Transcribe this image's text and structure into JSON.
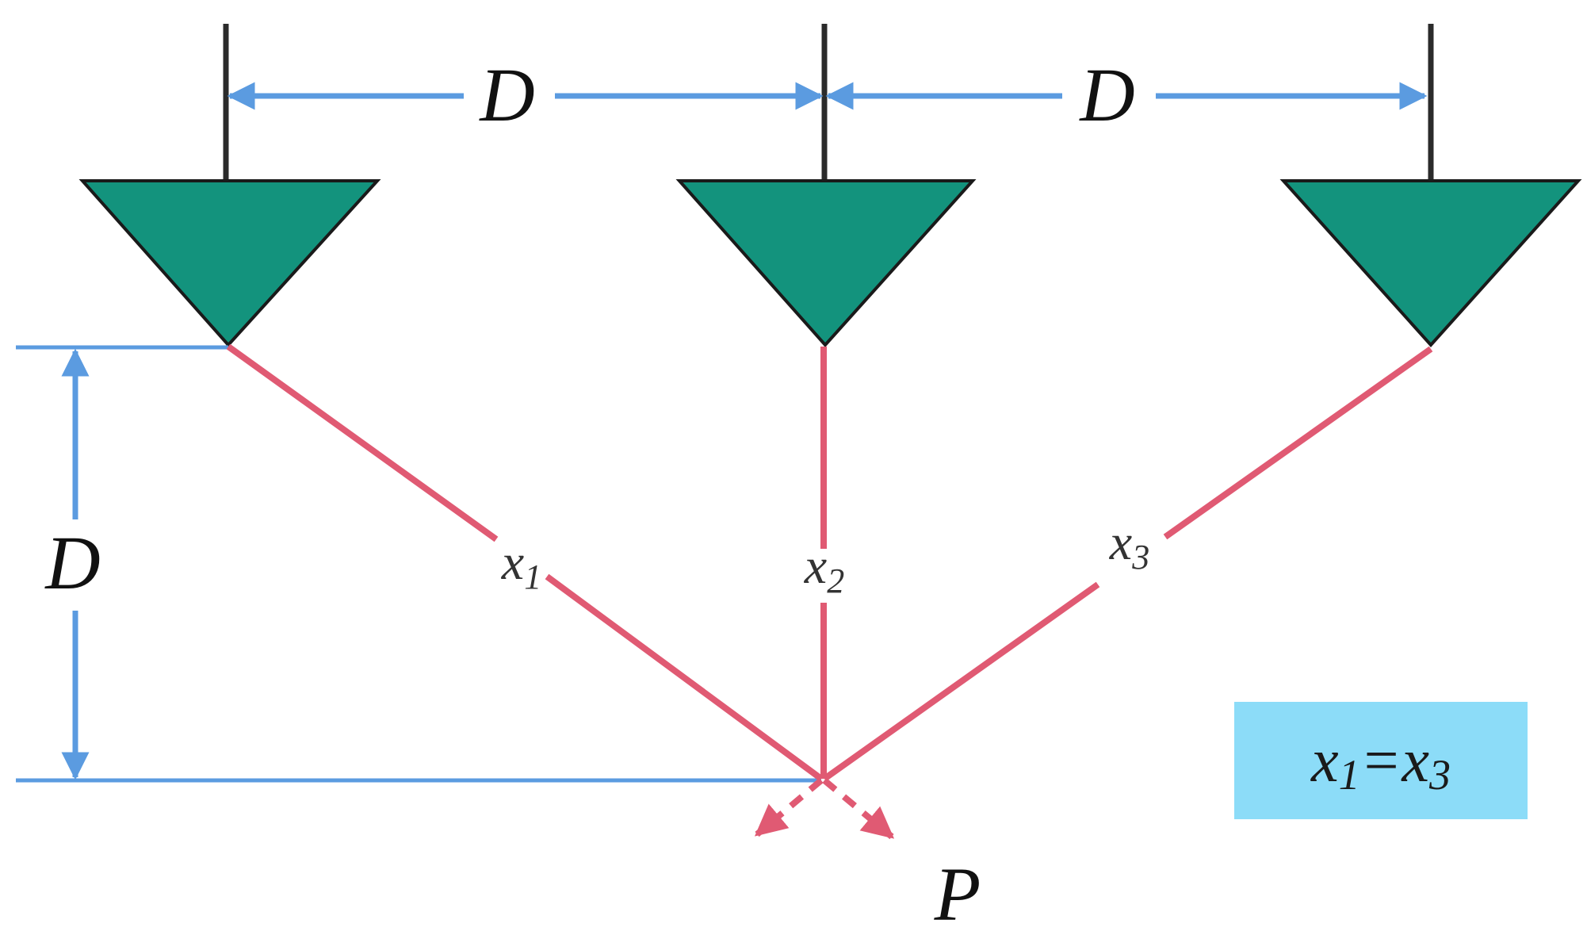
{
  "colors": {
    "antenna": "#13937d",
    "antenna_outline": "#1a1a1a",
    "mast": "#2b2b2b",
    "dimension": "#5b9be0",
    "signal_path": "#e05a73",
    "equation_box": "#8cdcf8",
    "background": "#ffffff"
  },
  "dimensions": {
    "top_left_label": "D",
    "top_right_label": "D",
    "vertical_label": "D"
  },
  "paths": [
    {
      "var": "x",
      "sub": "1"
    },
    {
      "var": "x",
      "sub": "2"
    },
    {
      "var": "x",
      "sub": "3"
    }
  ],
  "target": {
    "label": "P"
  },
  "equation": {
    "lhs_var": "x",
    "lhs_sub": "1",
    "op": "=",
    "rhs_var": "x",
    "rhs_sub": "3"
  },
  "icons": {
    "antenna": "inverted-triangle-antenna-icon",
    "arrow": "arrowhead-icon"
  }
}
